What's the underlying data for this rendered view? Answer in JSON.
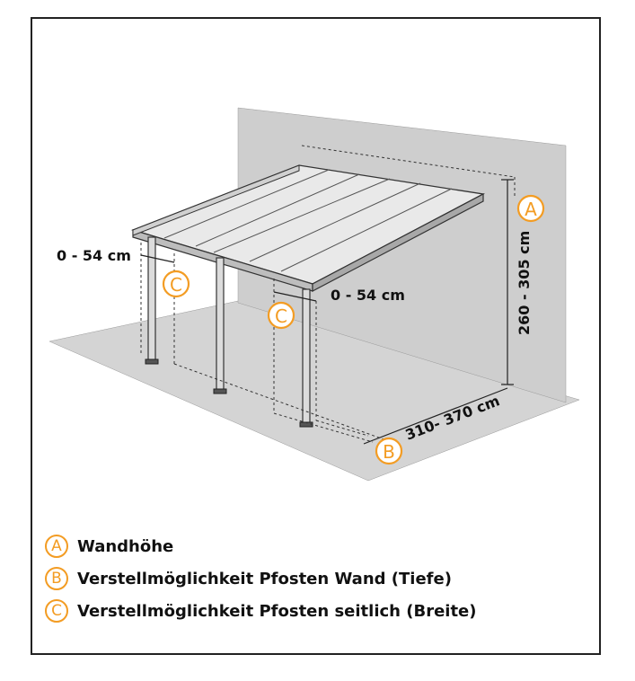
{
  "colors": {
    "accent": "#f39c23",
    "wall": "#cfcfcf",
    "floor": "#d6d6d6",
    "text": "#111111",
    "line": "#333333"
  },
  "dimensions": {
    "wall_height": "260 - 305 cm",
    "depth": "310- 370 cm",
    "offset_left": "0 - 54 cm",
    "offset_right": "0 - 54 cm"
  },
  "badges": {
    "a": "A",
    "b": "B",
    "c1": "C",
    "c2": "C"
  },
  "legend": [
    {
      "letter": "A",
      "text": "Wandhöhe"
    },
    {
      "letter": "B",
      "text": "Verstellmöglichkeit Pfosten Wand (Tiefe)"
    },
    {
      "letter": "C",
      "text": "Verstellmöglichkeit Pfosten seitlich (Breite)"
    }
  ]
}
